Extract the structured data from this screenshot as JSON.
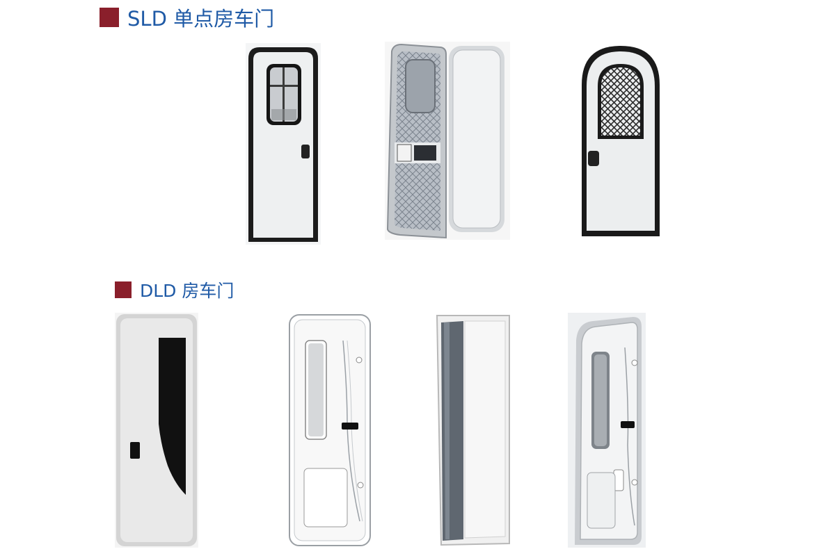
{
  "sections": {
    "sld": {
      "title": "SLD 单点房车门"
    },
    "dld": {
      "title": "DLD 房车门"
    }
  },
  "colors": {
    "title_text": "#1f5aa6",
    "marker": "#8a1f2b"
  },
  "images": {
    "sld_doors": [
      "window-door-photo",
      "open-door-screen-photo",
      "arched-window-door-photo"
    ],
    "dld_doors": [
      "black-panel-door-photo",
      "white-panel-door-photo",
      "sliding-screen-door-photo",
      "grey-panel-door-photo"
    ]
  }
}
